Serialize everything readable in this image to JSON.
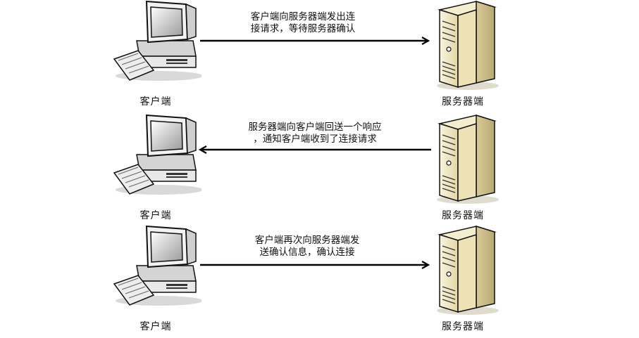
{
  "steps": [
    {
      "client_label": "客户端",
      "server_label": "服务器端",
      "message_line1": "客户端向服务器端发出连",
      "message_line2": "接请求，等待服务器确认",
      "direction": "client-to-server"
    },
    {
      "client_label": "客户端",
      "server_label": "服务器端",
      "message_line1": "服务器端向客户端回送一个响应",
      "message_line2": "，通知客户端收到了连接请求",
      "direction": "server-to-client"
    },
    {
      "client_label": "客户端",
      "server_label": "服务器端",
      "message_line1": "客户端再次向服务器端发",
      "message_line2": "送确认信息，确认连接",
      "direction": "client-to-server"
    }
  ],
  "colors": {
    "arrow": "#000000",
    "server_body": "#efe6c2",
    "computer_body": "#ececec"
  },
  "icons": [
    "computer-icon",
    "server-icon",
    "arrow-right-icon",
    "arrow-left-icon"
  ]
}
